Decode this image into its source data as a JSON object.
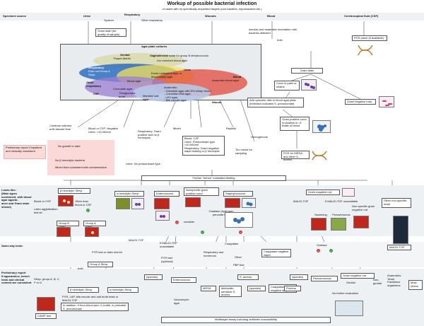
{
  "title": "Workup of possible bacterial infection",
  "subtitle": "of cases with no specifically requested targets (non-bacteria, mycobacteria etc.)",
  "specimen_header": {
    "source": "Specimen source",
    "urine": "Urine",
    "respiratory": "Respiratory",
    "sputum": "Sputum",
    "other_respiratory": "Other respiratory",
    "wounds": "Wounds",
    "blood": "Blood",
    "csf": "Cerebrospinal fluid (CSF)"
  },
  "top_boxes": {
    "gram_stain_quality": "Gram stain (for quality of sample)",
    "aerobic_incubation": "Aerobic and anaerobic incubation until bacteria detected",
    "both": "both",
    "pcr_panel": "PCR panel (if available)"
  },
  "agar": {
    "title": "Agar plate cultures",
    "genital": "Genital",
    "thayer_martin": "Thayer-Martin",
    "vaginal_rectal": "Vaginal/rectal",
    "vaginal_rectal_rest": "swab for group B streptococcus",
    "lim_broth": "Lim enriched blood agar",
    "respiratory": "Respiratory",
    "rule_out": "Rule out Group A Strep",
    "urine": "Urine",
    "eosin": "Eosin-methylene blue or MacConkey agar",
    "other_resp": "Other respiratory",
    "blood_agar": "Blood agar",
    "chocolate": "Chocolate agar",
    "blood": "Blood",
    "anaerobic_blood": "Anaerobic blood agar",
    "csf": "CSF",
    "thioglycolate": "Thioglycolate broth",
    "mannitol": "Mannitol salt agar",
    "anaerobic_list": "Anaerobic:\n- Columbia agar with 5% sheep blood\n- Columbia CNA agar\n- LKV agar\n- Bile esculin agar",
    "wound": "Wound"
  },
  "right_col": {
    "gram_stain": "Gram stain",
    "cocci_pairs": "Cocci in pairs or chains",
    "optochin": "Add optochin disk to blood agar plate (inhibition indicates S. pneumoniae)",
    "gram_pos_clusters": "Gram positive cocci in clusters in >1 bottle of blood",
    "pcr_mrsa": "PCR for MRSA and other S. aureus",
    "gram_neg_rods": "Gram negative rods"
  },
  "middle": {
    "continue_cultures": "Continue cultures until discard time",
    "blood_csf_negative": "Blood or CSF: Negative\nUrine: <10,000/ml",
    "resp_gram_pos": "Respiratory: Gram positive and no β hemolysis",
    "mixed": "Mixed",
    "blood_csf_pred": "Blood, CSF\nUrine: Predominant type >10,000/ml\nRespiratory: Gram negative, staph looking or β hemolytic",
    "replate": "Replate",
    "homogenous": "Homogenous",
    "too_mixed": "Too mixed for sampling",
    "prelim_report": "Preliminary report if inpatient and clinically consistent",
    "no_growth": "No growth to date",
    "no_bacteria": "No β hemolytic bacteria",
    "mixed_flora": "Mixed flora consistent with contamination",
    "urine_no_pred": "Urine: No predominant type",
    "further": "Further \"bench\" evaluation/testing"
  },
  "bands": {
    "looks_like": "Looks like:\n(Main types mentioned, with blood agar appear-\nance and Gram stain shown)",
    "same_day": "Same-day tests:",
    "prelim": "Preliminary report\nif appearance, bench tests and clinical context are consistent"
  },
  "lower": {
    "beta_strep": "β hemolytic Strep.",
    "blood_or_csf": "Blood or CSF",
    "latex": "Latex agglutination test kit",
    "other_than": "Other than blood or CSF",
    "group_b": "Group B Strep.",
    "group_a": "Group A Strep.",
    "alpha_strep": "α hemolytic Strep.",
    "enterococcus": "Enterococcus",
    "nonspecific_gp": "Nonspecific gram positive cocci",
    "staphylococcus": "Staphylococcus",
    "catalase": "Catalase (hydrogen peroxide test)",
    "consider": "consider",
    "gram_neg_rod": "Gram negative rod",
    "maldi_top": "MALDI-TOF",
    "if_maldi": "If MALDI-TOF unavailable",
    "swarming": "Swarming",
    "pseudomonas_hdr": "Pseudomonas",
    "nonspecific_gnr": "Non-specific gram negative rod",
    "other_nonspecific": "Other non-specific head",
    "maldi_tof": "MALDI-TOF",
    "pyr_test": "PYR test or latex test kit",
    "if_maldi2": "If MALDI-TOF unavailable",
    "pyr_optional": "PYR test (optional)",
    "coagulase": "Coagulase",
    "resp_numerous": "Respiratory and numerous",
    "other": "Other",
    "pbp_test": "PBP test",
    "coag_neg": "Coagulase negative staph.",
    "oxidase": "Oxidase",
    "both": "both",
    "group_a_strep": "Group A Strep.",
    "strep_group": "Strep. group A, B, C, F or G",
    "beta_strep2": "β hemolytic Strep.",
    "alpha_strep2": "α hemolytic Strep.",
    "speciesi": "(species)",
    "enterococcus2": "Enterococcus",
    "vancomycin": "Vancomycin agar",
    "mrsa": "MRSA",
    "methicillin": "Methicillin sensitive S. aureus",
    "s_aureus": "S. aureus",
    "speciesii": "(species)",
    "coag_neg_staph": "Coagulase negative staph.",
    "speciesiii": "(species)",
    "proteus": "Proteus",
    "pseudomonas": "Pseudomonas",
    "gram_neg_rod2": "Gram negative rod",
    "genital": "Genital",
    "non_genital": "Non-genital",
    "no_further": "No further evaluation",
    "anaerobes": "Anaerobes Yeast Fastidious organisms",
    "most_others": "Most others",
    "pyr_lap": "PYR, LAP, bile-esculin and salt broth tests or MALDI-TOF",
    "in_addition": "In addition, if from blood and >1 bottle, in probable S. pneumoniae",
    "camp": "CAMP test",
    "multitarget": "Multitarget assay including antibiotic susceptibility"
  },
  "colors": {
    "band": "#eef1f4",
    "genital": "#c9c98f",
    "respiratory": "#2d6fbf",
    "urine": "#f4e25a",
    "blood": "#e24a3b",
    "csf": "#9b7ed1",
    "wound": "#b8c7e6",
    "agar_red": "#c0281e",
    "pink_note": "#fbd9d9",
    "purple": "#6a3aa8"
  }
}
